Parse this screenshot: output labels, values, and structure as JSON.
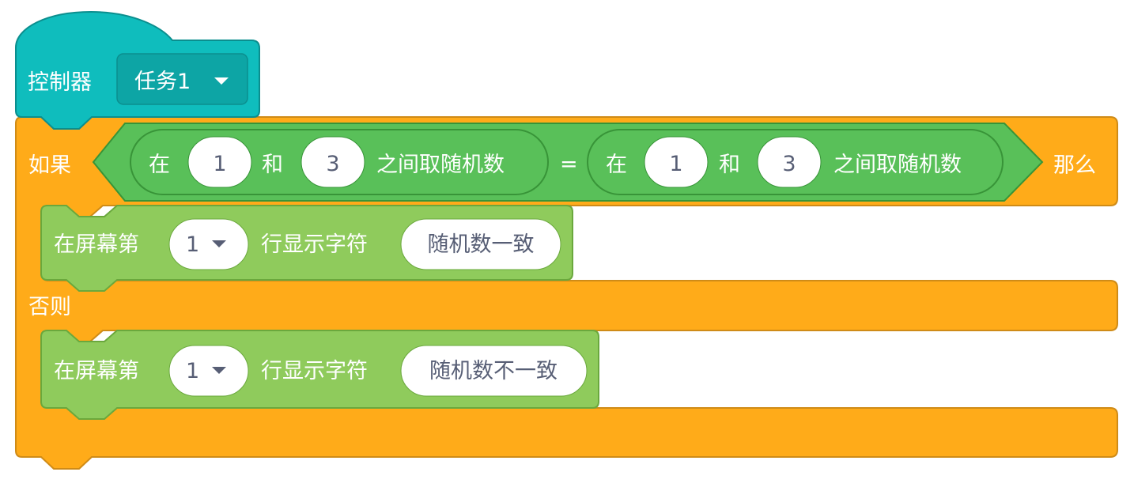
{
  "hat": {
    "label": "控制器",
    "dropdown_value": "任务1"
  },
  "if_else": {
    "if_label": "如果",
    "then_label": "那么",
    "else_label": "否则",
    "condition": {
      "operator": "=",
      "left": {
        "prefix": "在",
        "from": "1",
        "and_label": "和",
        "to": "3",
        "suffix": "之间取随机数"
      },
      "right": {
        "prefix": "在",
        "from": "1",
        "and_label": "和",
        "to": "3",
        "suffix": "之间取随机数"
      }
    }
  },
  "then_block": {
    "prefix": "在屏幕第",
    "line_value": "1",
    "middle": "行显示字符",
    "text_value": "随机数一致"
  },
  "else_block": {
    "prefix": "在屏幕第",
    "line_value": "1",
    "middle": "行显示字符",
    "text_value": "随机数不一致"
  },
  "colors": {
    "control": "#ffab19",
    "control_border": "#cf8b17",
    "operator": "#59c059",
    "operator_border": "#389438",
    "display": "#8fcb5c",
    "display_border": "#6aa83d",
    "hat": "#0fbdbd",
    "hat_dark": "#0da5a5",
    "hat_border": "#0b8e8e",
    "field_text": "#575e75"
  }
}
